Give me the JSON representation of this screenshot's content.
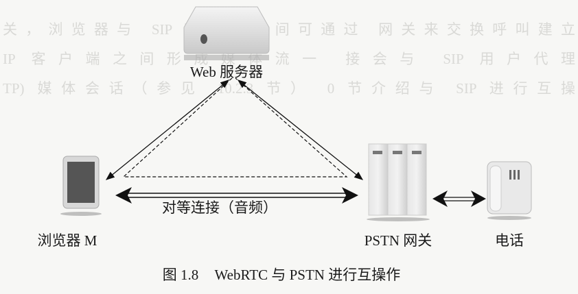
{
  "background_text": [
    "关，浏览器与 SIP 客户端空间可通过 网关来交换呼叫建立",
    "IP 客户端之间形成媒体流一 接会与 SIP 用户代理",
    "TP) 媒体会话（参见 10.2.3 节） 0 节介绍与 SIP 进行互操"
  ],
  "nodes": {
    "web_server": "Web 服务器",
    "browser": "浏览器 M",
    "gateway": "PSTN 网关",
    "phone": "电话"
  },
  "edges": {
    "peer_connection": "对等连接（音频）"
  },
  "caption": {
    "number": "图 1.8",
    "title": "WebRTC 与 PSTN 进行互操作"
  }
}
